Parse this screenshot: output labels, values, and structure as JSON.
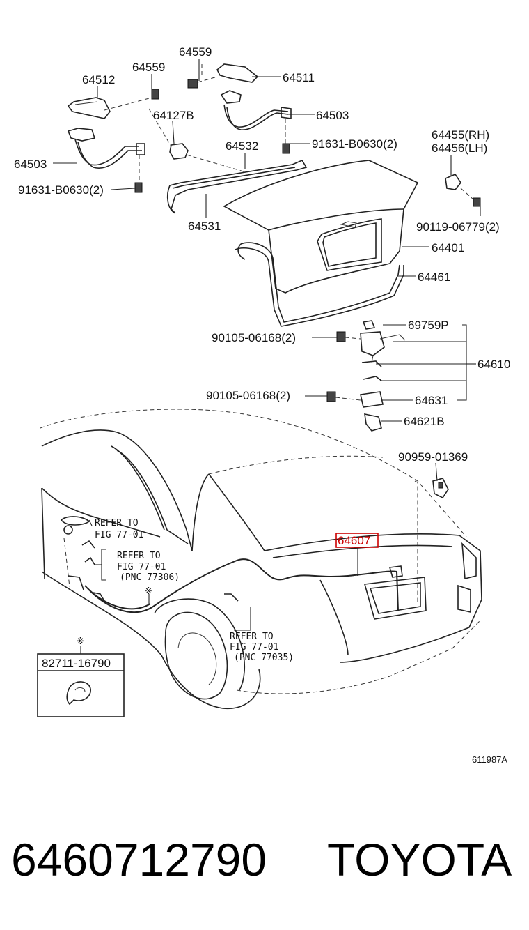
{
  "labels": {
    "p64559a": "64559",
    "p64512": "64512",
    "p64559b": "64559",
    "p64511": "64511",
    "p64503a": "64503",
    "p64127b": "64127B",
    "p91631a": "91631-B0630(2)",
    "p64503b": "64503",
    "p64532": "64532",
    "p64455": "64455(RH)",
    "p64456": "64456(LH)",
    "p91631b": "91631-B0630(2)",
    "p64531": "64531",
    "p90119": "90119-06779(2)",
    "p64401": "64401",
    "p64461": "64461",
    "p69759p": "69759P",
    "p90105a": "90105-06168(2)",
    "p64610": "64610",
    "p90105b": "90105-06168(2)",
    "p64631": "64631",
    "p64621b": "64621B",
    "p90959": "90959-01369",
    "p64607": "64607",
    "ref1a": "REFER TO",
    "ref1b": "FIG 77-01",
    "ref2a": "REFER TO",
    "ref2b": "FIG 77-01",
    "ref2c": "(PNC 77306)",
    "ref3a": "REFER TO",
    "ref3b": "FIG 77-01",
    "ref3c": "(PNC 77035)",
    "p82711": "82711-16790",
    "asterisk": "※",
    "diagram_code": "611987A"
  },
  "footer": {
    "part_number": "6460712790",
    "brand": "TOYOTA"
  },
  "highlight_color": "#cc0000"
}
